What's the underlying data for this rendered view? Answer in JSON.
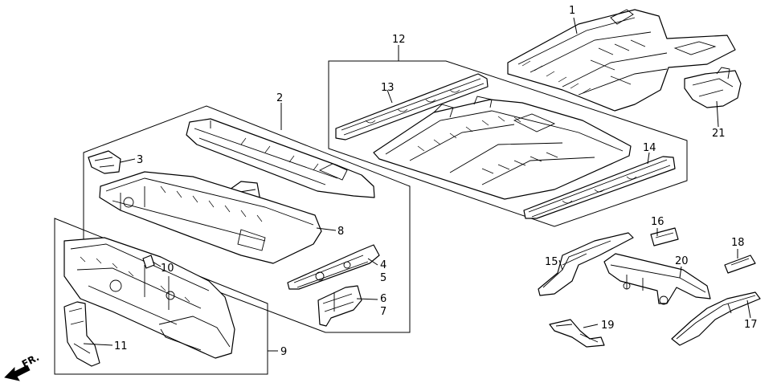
{
  "labels": {
    "l1": "1",
    "l2": "2",
    "l3": "3",
    "l4": "4",
    "l5": "5",
    "l6": "6",
    "l7": "7",
    "l8": "8",
    "l9": "9",
    "l10": "10",
    "l11": "11",
    "l12": "12",
    "l13": "13",
    "l14": "14",
    "l15": "15",
    "l16": "16",
    "l17": "17",
    "l18": "18",
    "l19": "19",
    "l20": "20",
    "l21": "21"
  },
  "direction": {
    "text": "FR."
  },
  "icons": {
    "direction_arrow": "arrow-front-icon"
  }
}
